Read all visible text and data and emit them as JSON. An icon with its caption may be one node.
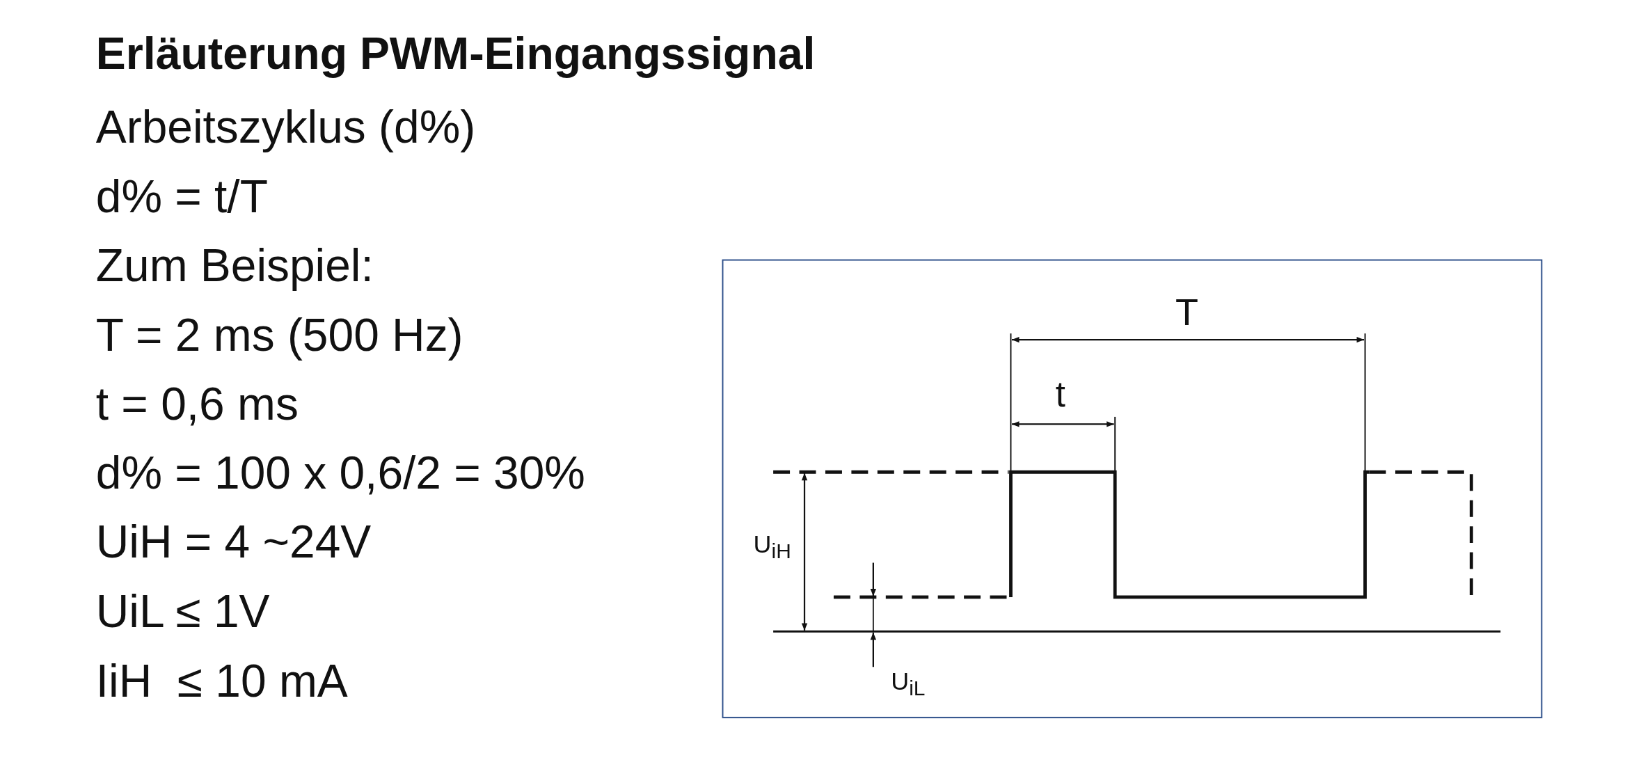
{
  "diagram": {
    "title": "Erläuterung PWM-Eingangssignal",
    "labels": [
      "Arbeitszyklus (d%)",
      "d% = t/T",
      "Zum Beispiel:",
      "T = 2 ms (500 Hz)",
      "t = 0,6 ms",
      "d% = 100 x 0,6/2 = 30%",
      "UiH = 4 ~24V",
      "UiL ≤ 1V",
      "IiH  ≤ 10 mA",
      "T",
      "t",
      "U$_{iH}$",
      "U$_{iL}$"
    ]
  }
}
